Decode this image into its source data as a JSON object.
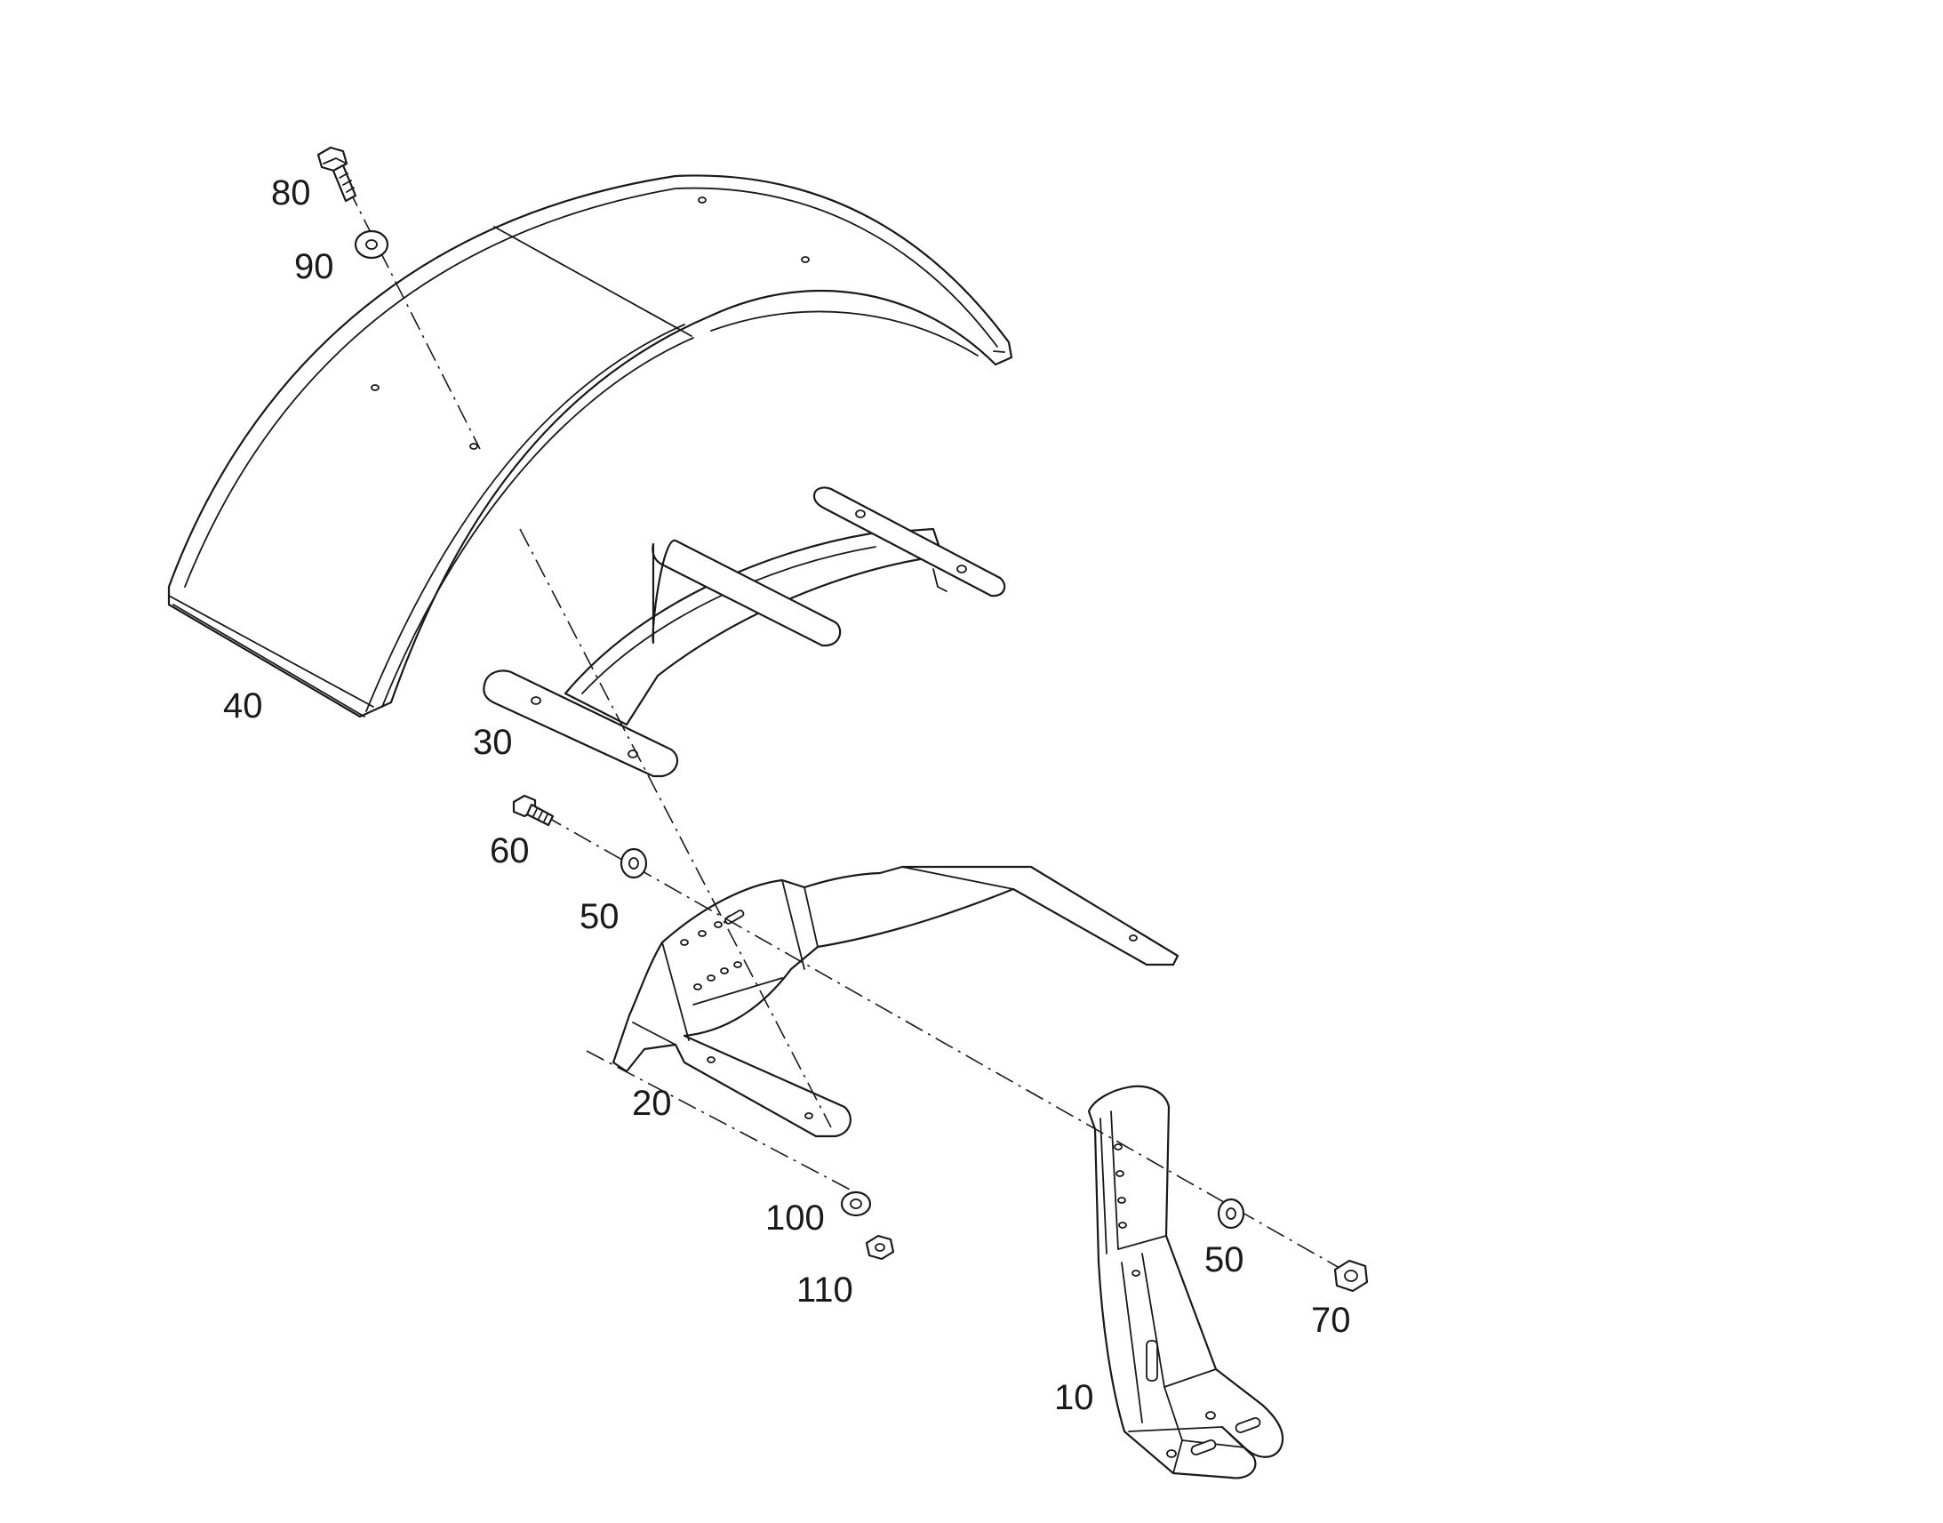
{
  "diagram": {
    "type": "exploded-parts-view",
    "parts": [
      {
        "id": "p80",
        "label": "80"
      },
      {
        "id": "p90",
        "label": "90"
      },
      {
        "id": "p40",
        "label": "40"
      },
      {
        "id": "p30",
        "label": "30"
      },
      {
        "id": "p60",
        "label": "60"
      },
      {
        "id": "p50a",
        "label": "50"
      },
      {
        "id": "p20",
        "label": "20"
      },
      {
        "id": "p100",
        "label": "100"
      },
      {
        "id": "p110",
        "label": "110"
      },
      {
        "id": "p50b",
        "label": "50"
      },
      {
        "id": "p70",
        "label": "70"
      },
      {
        "id": "p10",
        "label": "10"
      }
    ]
  }
}
